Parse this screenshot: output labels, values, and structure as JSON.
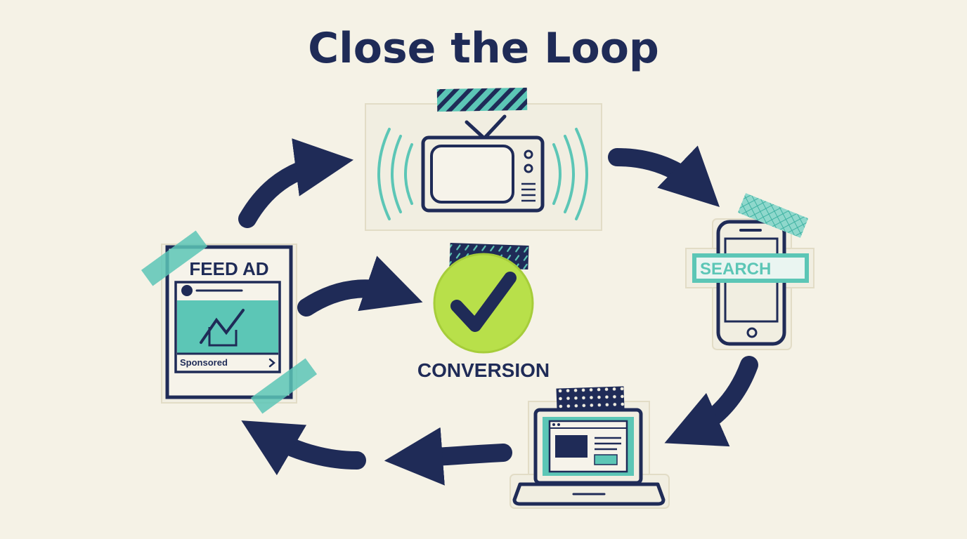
{
  "title": "Close the Loop",
  "colors": {
    "navy": "#1f2b57",
    "teal": "#5cc6b6",
    "lime": "#b8e04a",
    "paper": "#f5f2e6",
    "card": "#f1eee1"
  },
  "nodes": {
    "tv": {
      "icon": "tv-icon"
    },
    "search": {
      "icon": "smartphone-icon",
      "label": "SEARCH"
    },
    "laptop": {
      "icon": "laptop-icon"
    },
    "feed": {
      "icon": "feed-ad-icon",
      "label": "FEED AD",
      "caption": "Sponsored"
    },
    "conversion": {
      "icon": "checkmark-icon",
      "label": "CONVERSION"
    }
  },
  "arrows": [
    {
      "from": "feed",
      "to": "tv"
    },
    {
      "from": "tv",
      "to": "search"
    },
    {
      "from": "search",
      "to": "laptop"
    },
    {
      "from": "laptop",
      "to": "feed"
    },
    {
      "from": "feed",
      "to": "conversion"
    }
  ]
}
